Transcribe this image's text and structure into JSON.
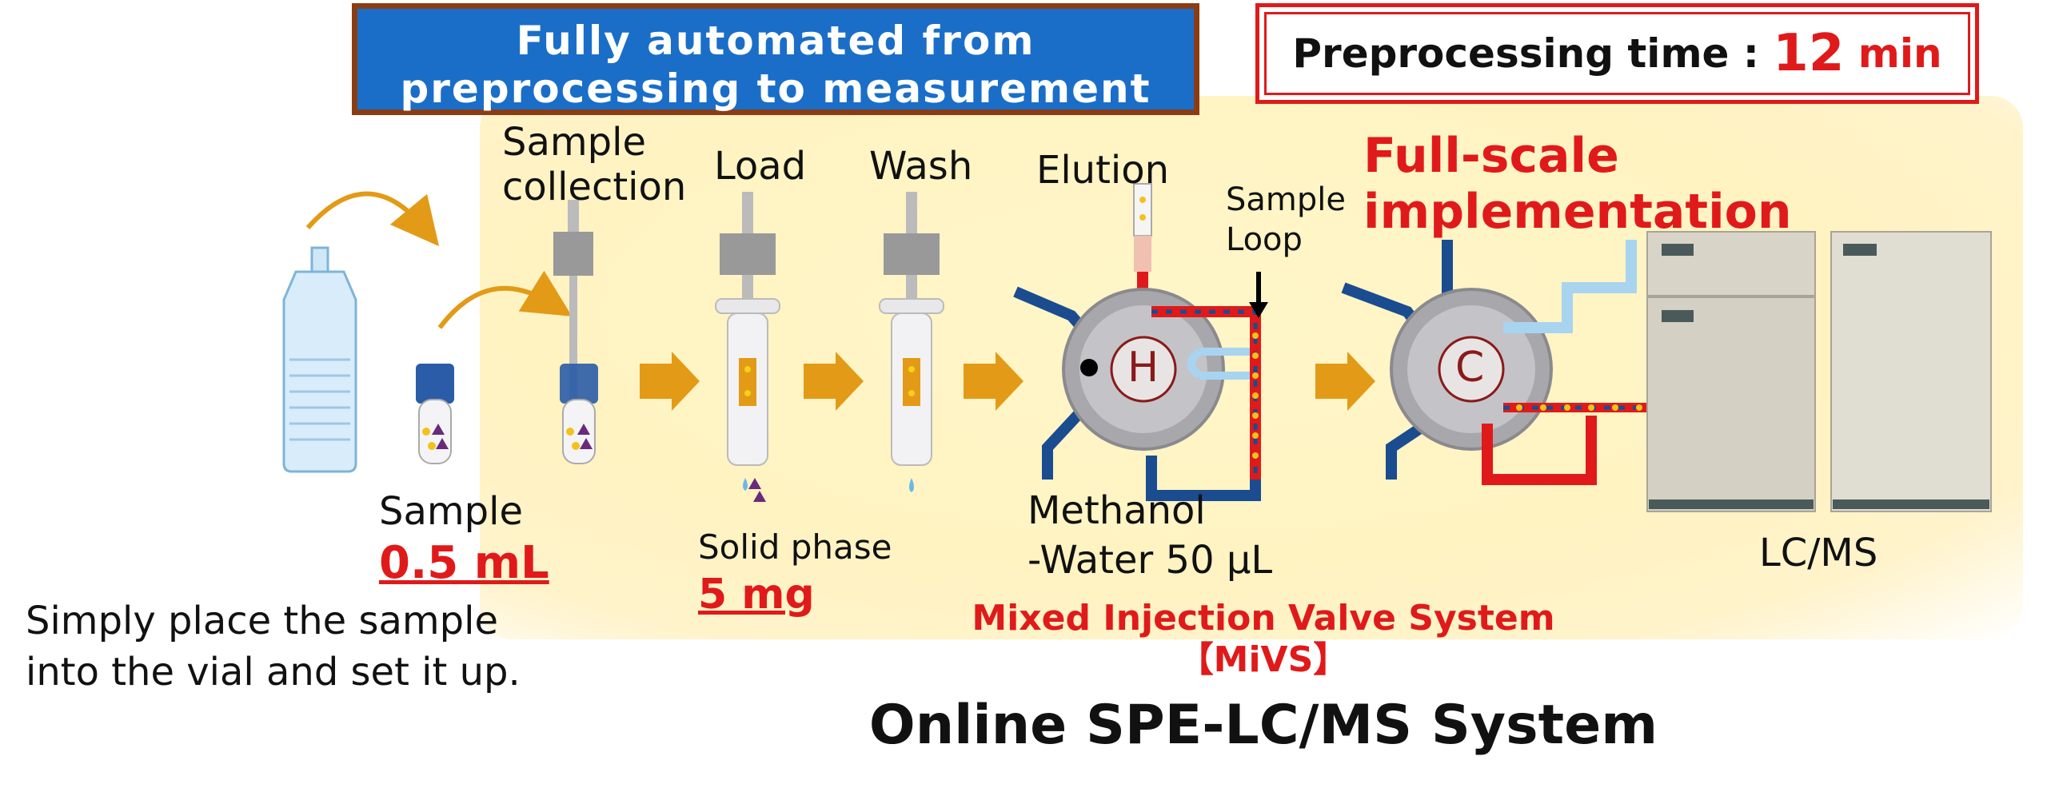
{
  "header": {
    "banner_line1": "Fully automated from",
    "banner_line2": "preprocessing to measurement",
    "time_label": "Preprocessing time : ",
    "time_value": "12",
    "time_unit": " min"
  },
  "full_scale": "Full-scale implementation",
  "steps": {
    "sample_collection_1": "Sample",
    "sample_collection_2": "collection",
    "load": "Load",
    "wash": "Wash",
    "elution": "Elution",
    "sample_loop_1": "Sample",
    "sample_loop_2": "Loop"
  },
  "sample": {
    "label": "Sample",
    "volume": "0.5 mL",
    "instruction_1": "Simply place the sample",
    "instruction_2": "into the vial and set it up."
  },
  "solid_phase": {
    "label": "Solid phase",
    "amount": "5 mg"
  },
  "methanol": {
    "line1": "Methanol",
    "line2": "-Water 50 µL"
  },
  "valves": {
    "h": "H",
    "c": "C"
  },
  "lcms": "LC/MS",
  "mivs": {
    "line1": "Mixed Injection Valve System",
    "line2": "【MiVS】"
  },
  "system_title": "Online SPE-LC/MS System",
  "colors": {
    "banner_bg": "#1a6ec8",
    "banner_border": "#8a3d14",
    "accent_red": "#e01a1a",
    "arrow_orange": "#e39a16",
    "tube_blue": "#1a4c8f",
    "light_blue": "#a8d4f0",
    "background_glow": "#fff3c2"
  }
}
